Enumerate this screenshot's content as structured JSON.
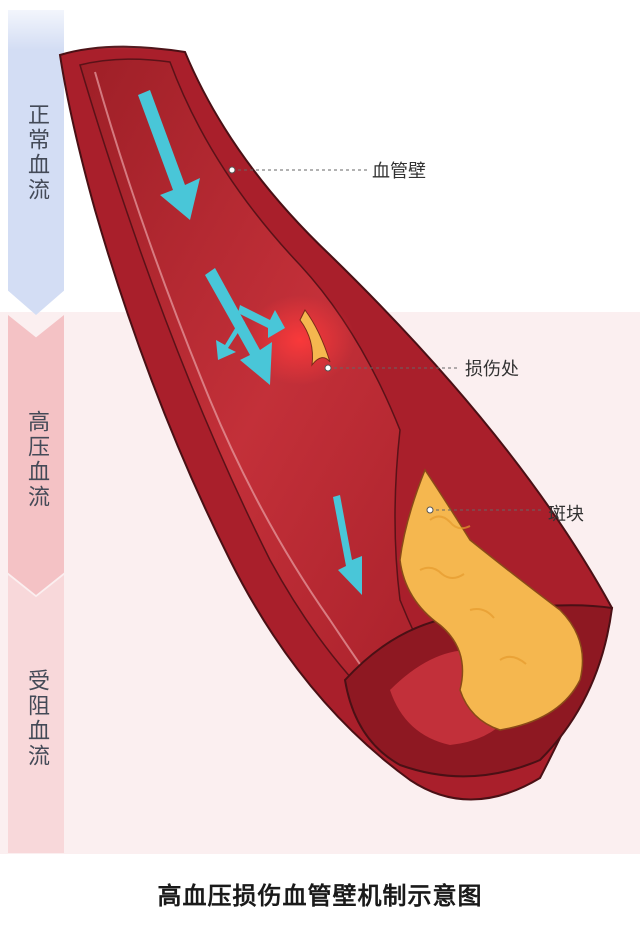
{
  "stages": [
    {
      "label": "正常血流"
    },
    {
      "label": "高压血流"
    },
    {
      "label": "受阻血流"
    }
  ],
  "callouts": {
    "wall": "血管壁",
    "damage": "损伤处",
    "plaque": "斑块"
  },
  "caption": "高血压损伤血管壁机制示意图",
  "colors": {
    "vessel_wall": "#b7242f",
    "vessel_lumen": "#c8303a",
    "plaque": "#f5b74f",
    "flow_arrow": "#49c6d8",
    "damage_glow": "#ff2a2a"
  },
  "icons": [
    "flow-arrow-icon",
    "deflected-arrow-icon"
  ]
}
